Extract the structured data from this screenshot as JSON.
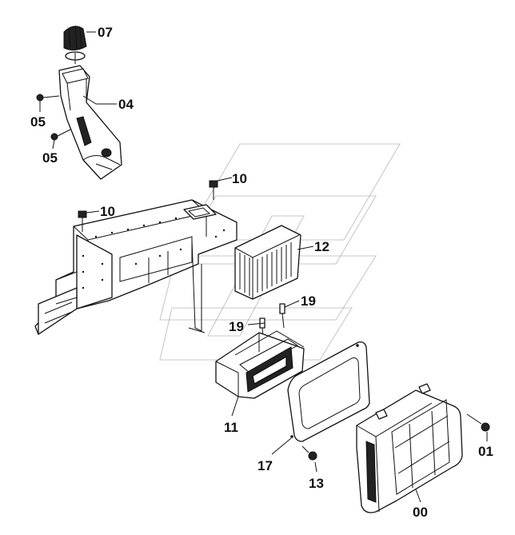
{
  "diagram": {
    "labels": {
      "p00": "00",
      "p01": "01",
      "p04": "04",
      "p05a": "05",
      "p05b": "05",
      "p07": "07",
      "p10a": "10",
      "p10b": "10",
      "p11": "11",
      "p12": "12",
      "p13": "13",
      "p17": "17",
      "p19a": "19",
      "p19b": "19"
    }
  }
}
